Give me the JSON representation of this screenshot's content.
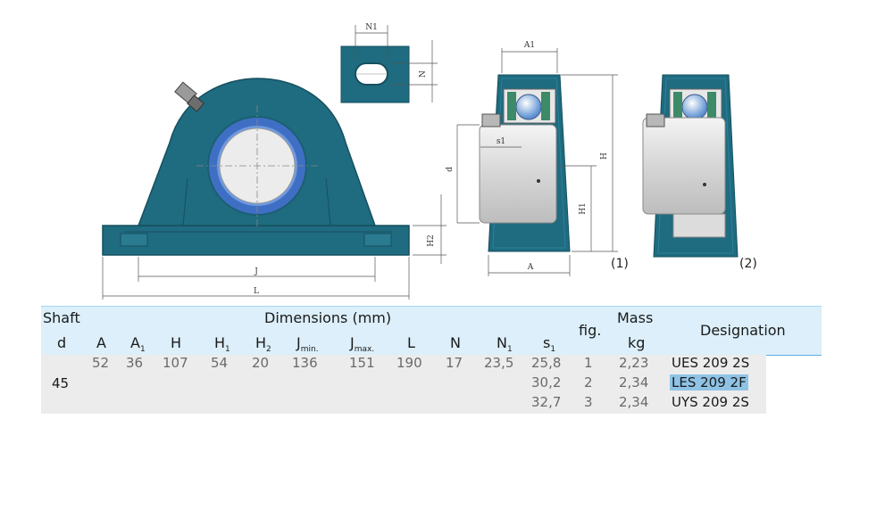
{
  "drawing": {
    "dimension_labels": {
      "N1": "N1",
      "N": "N",
      "A1": "A1",
      "H": "H",
      "H1": "H1",
      "H2": "H2",
      "d": "d",
      "s1": "s1",
      "J": "J",
      "L": "L",
      "A": "A"
    },
    "figure_labels": [
      "(1)",
      "(2)"
    ]
  },
  "table": {
    "header": {
      "shaft": "Shaft",
      "dimensions": "Dimensions (mm)",
      "fig": "fig.",
      "mass": "Mass",
      "mass_unit": "kg",
      "designation": "Designation",
      "columns": {
        "d": "d",
        "A": "A",
        "A1": "A",
        "A1_sub": "1",
        "H": "H",
        "H1": "H",
        "H1_sub": "1",
        "H2": "H",
        "H2_sub": "2",
        "Jmin": "J",
        "Jmin_sub": "min.",
        "Jmax": "J",
        "Jmax_sub": "max.",
        "L": "L",
        "N": "N",
        "N1": "N",
        "N1_sub": "1",
        "s1": "s",
        "s1_sub": "1"
      }
    },
    "shaft_d": "45",
    "common": {
      "A": "52",
      "A1": "36",
      "H": "107",
      "H1": "54",
      "H2": "20",
      "Jmin": "136",
      "Jmax": "151",
      "L": "190",
      "N": "17",
      "N1": "23,5"
    },
    "rows": [
      {
        "s1": "25,8",
        "fig": "1",
        "mass": "2,23",
        "designation": "UES 209 2S"
      },
      {
        "s1": "30,2",
        "fig": "2",
        "mass": "2,34",
        "designation": "LES 209 2F"
      },
      {
        "s1": "32,7",
        "fig": "3",
        "mass": "2,34",
        "designation": "UYS 209 2S"
      }
    ]
  }
}
